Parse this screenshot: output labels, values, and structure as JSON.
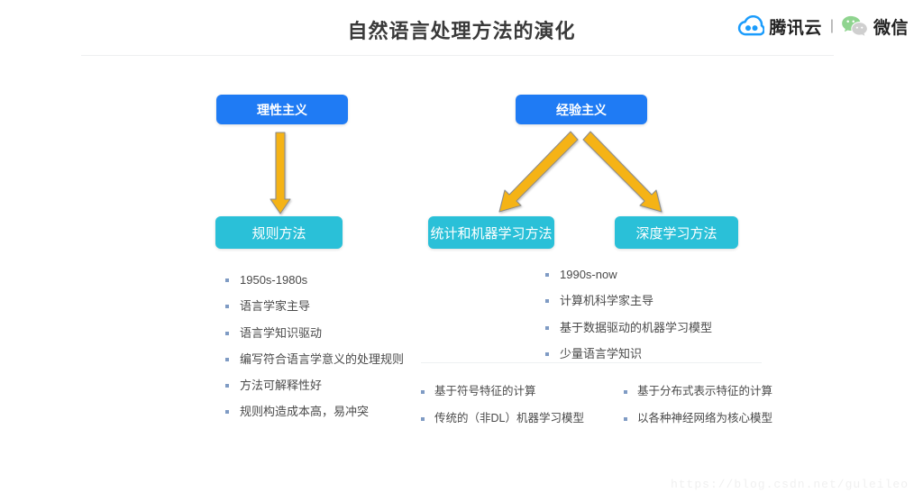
{
  "header": {
    "title": "自然语言处理方法的演化",
    "brand": {
      "cloud_icon": "tencent-cloud-icon",
      "cloud_name": "腾讯云",
      "separator": "|",
      "wechat_icon": "wechat-icon",
      "wechat_name": "微信"
    }
  },
  "diagram": {
    "colors": {
      "blue": "#1f7bf4",
      "teal": "#2ac0d8",
      "arrow_fill": "#f5b317",
      "arrow_stroke": "#8a8a8a",
      "bullet": "#7f9bc4",
      "title_text": "#3a3a3a",
      "body_text": "#4a4a4a"
    },
    "nodes": [
      {
        "id": "rationalism",
        "label": "理性主义",
        "style": "blue"
      },
      {
        "id": "empiricism",
        "label": "经验主义",
        "style": "blue"
      },
      {
        "id": "rule-method",
        "label": "规则方法",
        "style": "teal"
      },
      {
        "id": "statistical",
        "label": "统计和机器学习方法",
        "style": "teal"
      },
      {
        "id": "deep-learning",
        "label": "深度学习方法",
        "style": "teal"
      }
    ],
    "edges": [
      {
        "from": "rationalism",
        "to": "rule-method",
        "direction": "down"
      },
      {
        "from": "empiricism",
        "to": "statistical",
        "direction": "down-left"
      },
      {
        "from": "empiricism",
        "to": "deep-learning",
        "direction": "down-right"
      }
    ]
  },
  "lists": {
    "rule_method": [
      "1950s-1980s",
      "语言学家主导",
      "语言学知识驱动",
      "编写符合语言学意义的处理规则",
      "方法可解释性好",
      "规则构造成本高，易冲突"
    ],
    "empirical": [
      "1990s-now",
      "计算机科学家主导",
      "基于数据驱动的机器学习模型",
      "少量语言学知识"
    ],
    "statistical": [
      "基于符号特征的计算",
      "传统的（非DL）机器学习模型"
    ],
    "deep_learning": [
      "基于分布式表示特征的计算",
      "以各种神经网络为核心模型"
    ]
  },
  "watermark": "https://blog.csdn.net/guleileo"
}
